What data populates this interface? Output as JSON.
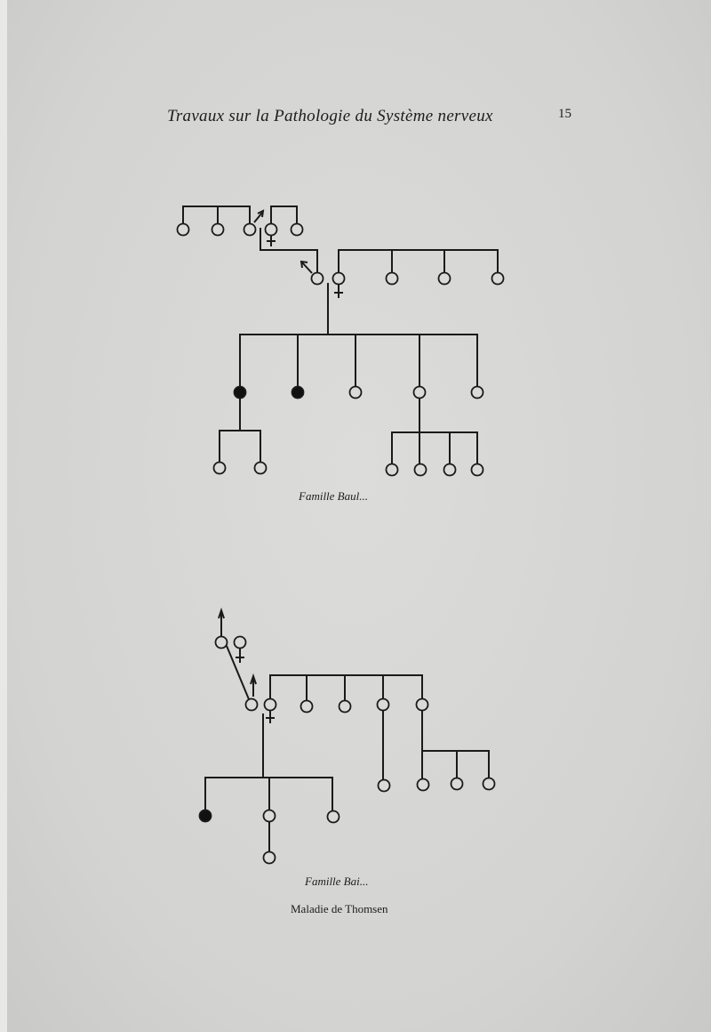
{
  "header": {
    "running_title": "Travaux sur la Pathologie du Système nerveux",
    "page_number": "15"
  },
  "figures": [
    {
      "caption": "Famille Baul...",
      "type": "pedigree",
      "affected_count": 2
    },
    {
      "caption": "Famille Bai...",
      "type": "pedigree",
      "affected_count": 1,
      "subtitle": "Maladie de Thomsen"
    }
  ]
}
